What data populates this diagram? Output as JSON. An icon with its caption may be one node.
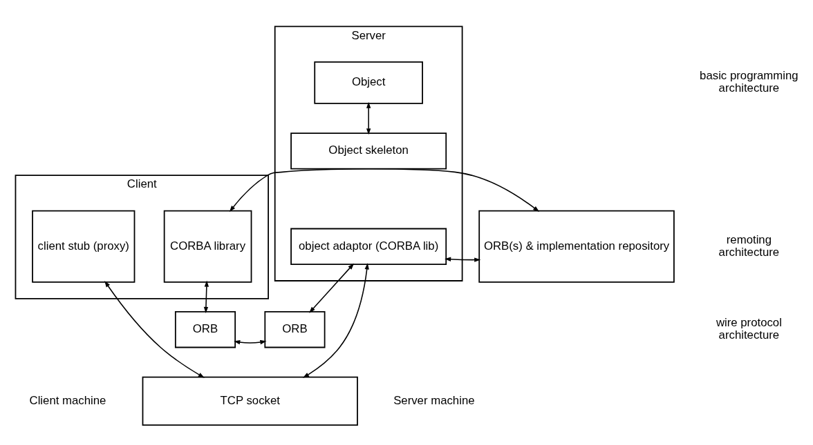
{
  "diagram": {
    "nodes": [
      {
        "text": [
          "Client"
        ]
      },
      {
        "text": [
          "client stub (proxy)"
        ],
        "in": 0
      },
      {
        "text": [
          "CORBA library"
        ],
        "in": 0
      },
      {
        "text": [
          "ORB(s) & implementation repository"
        ]
      },
      {
        "text": [
          "Server"
        ]
      },
      {
        "text": [
          "Object"
        ],
        "in": 4
      },
      {
        "text": [
          "Object skeleton"
        ],
        "in": 4
      },
      {
        "text": [
          "object adaptor (CORBA lib)"
        ],
        "in": 4
      },
      {
        "text": [
          "ORB"
        ]
      },
      {
        "text": [
          "ORB"
        ]
      },
      {
        "text": [
          "TCP socket"
        ]
      }
    ],
    "edges": [
      {
        "from": 2,
        "to": 3,
        "arrow": "both"
      },
      {
        "from": 3,
        "to": 7,
        "arrow": "both"
      },
      {
        "from": 2,
        "to": 8,
        "arrow": "both"
      },
      {
        "from": 8,
        "to": 9,
        "arrow": "both"
      },
      {
        "from": 9,
        "to": 7,
        "arrow": "both"
      },
      {
        "from": 1,
        "to": 10,
        "arrow": "both"
      },
      {
        "from": 10,
        "to": 7,
        "arrow": "both"
      },
      {
        "from": 5,
        "to": 6,
        "arrow": "both"
      }
    ],
    "labels": [
      "basic programming architecture",
      "remoting architecture",
      "wire protocol architecture",
      "Client machine",
      "Server machine"
    ]
  }
}
